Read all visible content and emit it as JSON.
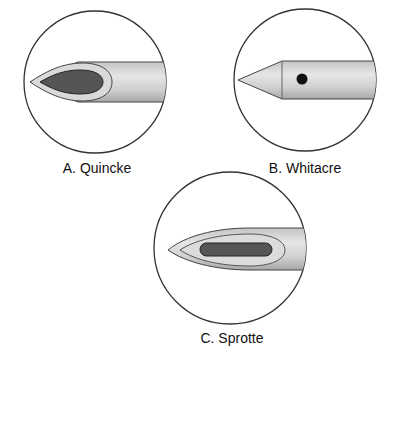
{
  "diagram": {
    "labels": [
      "A. Quincke",
      "B. Whitacre",
      "C. Sprotte"
    ]
  }
}
